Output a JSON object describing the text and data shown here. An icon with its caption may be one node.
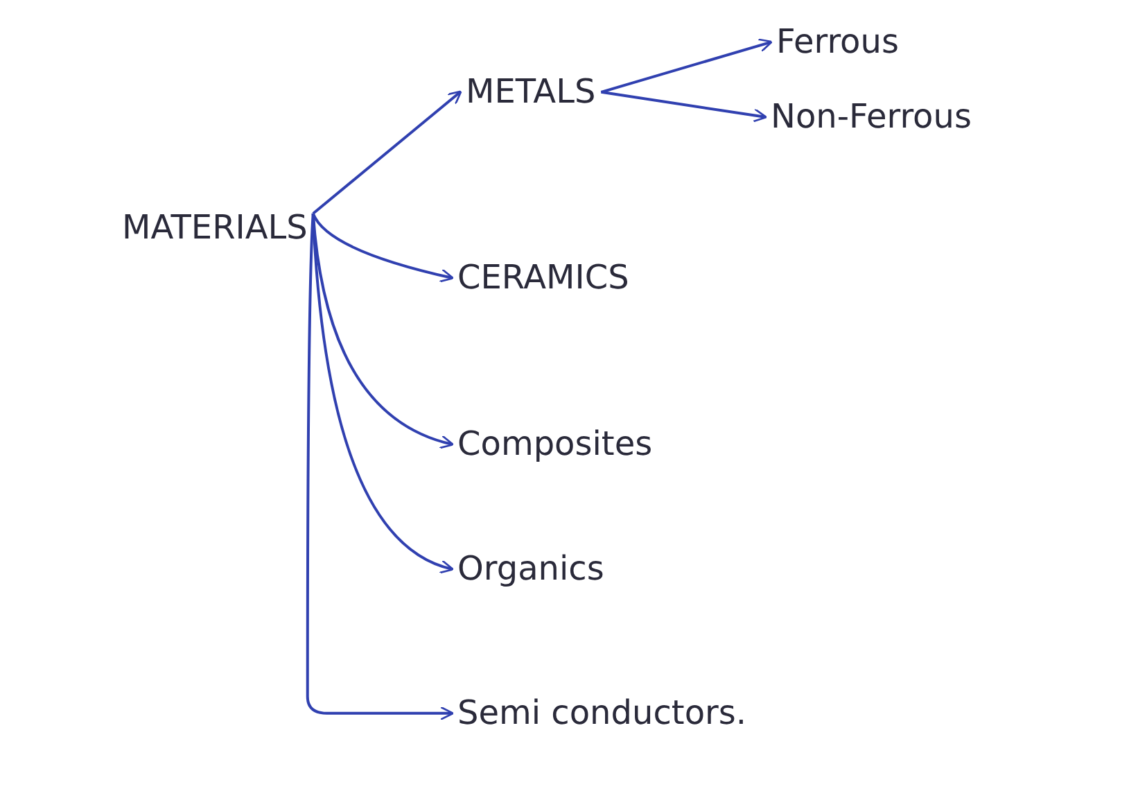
{
  "diagram": {
    "nodes": [
      {
        "text": [
          "MATERIALS"
        ]
      },
      {
        "text": [
          "METALS"
        ]
      },
      {
        "text": [
          "Ferrous"
        ]
      },
      {
        "text": [
          "Non-Ferrous"
        ]
      },
      {
        "text": [
          "CERAMICS"
        ]
      },
      {
        "text": [
          "Composites"
        ]
      },
      {
        "text": [
          "Organics"
        ]
      },
      {
        "text": [
          "Semi conductors."
        ]
      }
    ],
    "edges": [
      {
        "from": 0,
        "to": 1,
        "arrow": "to"
      },
      {
        "from": 1,
        "to": 2,
        "arrow": "to"
      },
      {
        "from": 1,
        "to": 3,
        "arrow": "to"
      },
      {
        "from": 0,
        "to": 4,
        "arrow": "to"
      },
      {
        "from": 0,
        "to": 5,
        "arrow": "to"
      },
      {
        "from": 0,
        "to": 6,
        "arrow": "to"
      },
      {
        "from": 0,
        "to": 7,
        "arrow": "to"
      }
    ]
  }
}
